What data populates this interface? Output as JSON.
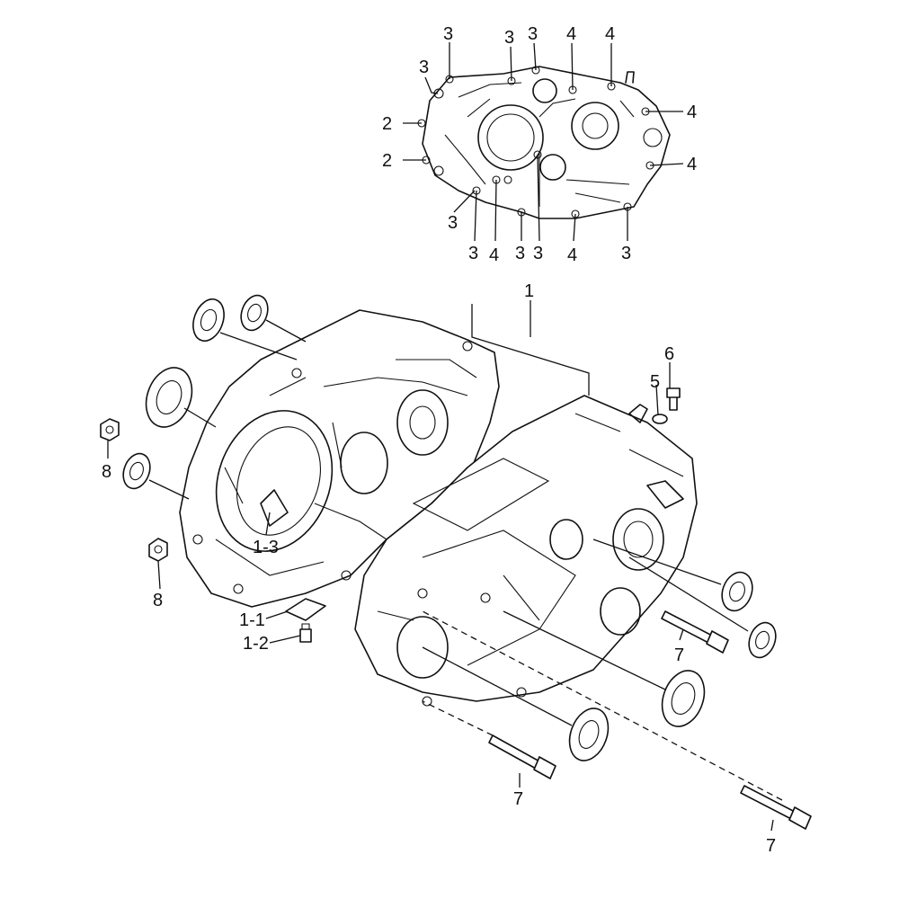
{
  "callouts": {
    "c1": "1",
    "c1_1": "1-1",
    "c1_2": "1-2",
    "c1_3": "1-3",
    "c2": "2",
    "c3": "3",
    "c4": "4",
    "c5": "5",
    "c6": "6",
    "c7": "7",
    "c8": "8"
  },
  "colors": {
    "line": "#111111",
    "background": "#ffffff"
  }
}
